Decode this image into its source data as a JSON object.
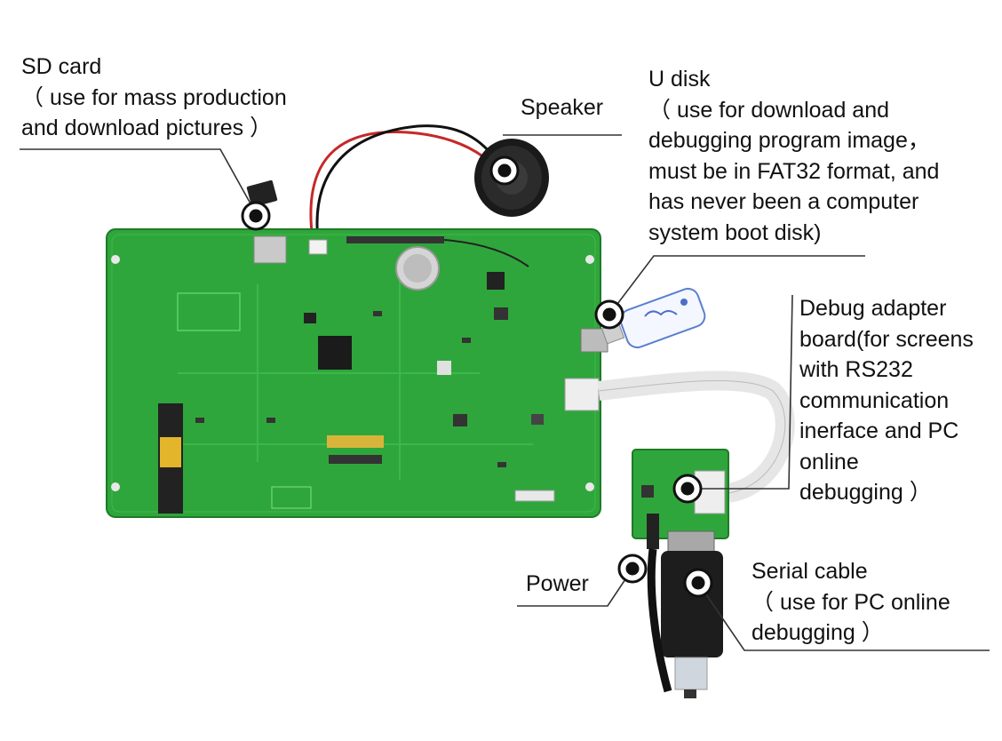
{
  "labels": {
    "sd_card": [
      "SD card",
      "（ use for mass production",
      "and download pictures ）"
    ],
    "speaker": [
      "Speaker"
    ],
    "u_disk": [
      "U disk",
      "（ use for download and",
      "debugging program image，",
      "must be in FAT32 format, and",
      "has never been a computer",
      "system boot disk)"
    ],
    "debug_adapter": [
      "Debug adapter",
      "board(for screens",
      "with RS232",
      "communication",
      "inerface and PC",
      "online",
      "debugging ）"
    ],
    "power": [
      "Power"
    ],
    "serial_cable": [
      "Serial cable",
      "（ use for PC online",
      "debugging ）"
    ]
  },
  "colors": {
    "pcb": "#2fa63b",
    "pcb_dark": "#23862d",
    "leader_line": "#333333",
    "marker": "#111111"
  }
}
